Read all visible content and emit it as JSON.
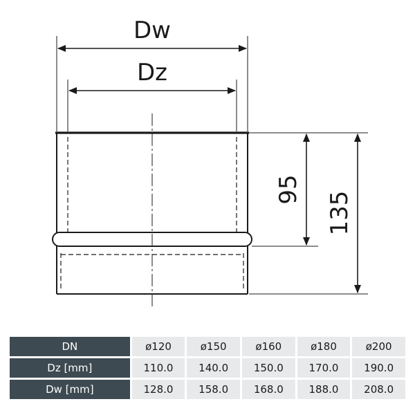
{
  "drawing": {
    "dw_label": "Dw",
    "dz_label": "Dz",
    "height_inner_label": "95",
    "height_total_label": "135"
  },
  "table": {
    "header": {
      "label": "DN",
      "values": [
        "ø120",
        "ø150",
        "ø160",
        "ø180",
        "ø200"
      ]
    },
    "rows": [
      {
        "label": "Dz [mm]",
        "values": [
          "110.0",
          "140.0",
          "150.0",
          "170.0",
          "190.0"
        ]
      },
      {
        "label": "Dw [mm]",
        "values": [
          "128.0",
          "158.0",
          "168.0",
          "188.0",
          "208.0"
        ]
      }
    ]
  },
  "colors": {
    "line": "#1a1a1a",
    "header_bg": "#3d4a52",
    "cell_bg": "#e8e9ea"
  }
}
